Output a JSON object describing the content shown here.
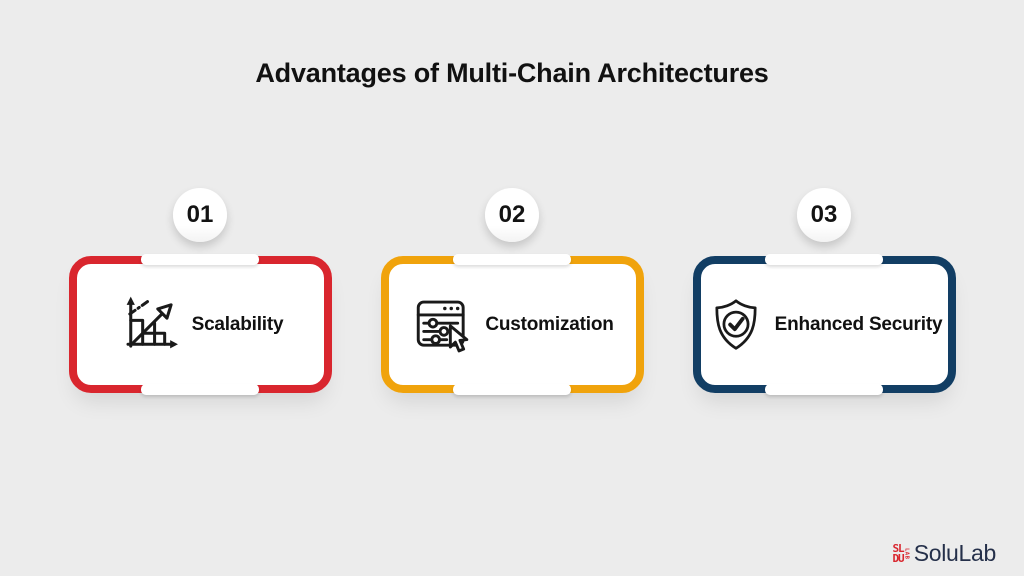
{
  "title": "Advantages of Multi-Chain Architectures",
  "cards": [
    {
      "number": "01",
      "label": "Scalability",
      "accent_color": "#D9262E",
      "icon": "growth-chart-icon"
    },
    {
      "number": "02",
      "label": "Customization",
      "accent_color": "#F0A30C",
      "icon": "window-sliders-cursor-icon"
    },
    {
      "number": "03",
      "label": "Enhanced Security",
      "accent_color": "#123E64",
      "icon": "shield-check-icon"
    }
  ],
  "footer": {
    "brand_name": "SoluLab",
    "logo_mark_letters_top": "SL",
    "logo_mark_letters_bottom": "DU",
    "logo_mark_letters_side": "LAB",
    "brand_mark_color": "#D9262E",
    "brand_text_color": "#25304A"
  },
  "colors": {
    "background": "#ECECEC",
    "card_background": "#FFFFFF",
    "heading_text": "#111111",
    "label_text": "#111111",
    "icon_stroke": "#1A1A1A"
  }
}
